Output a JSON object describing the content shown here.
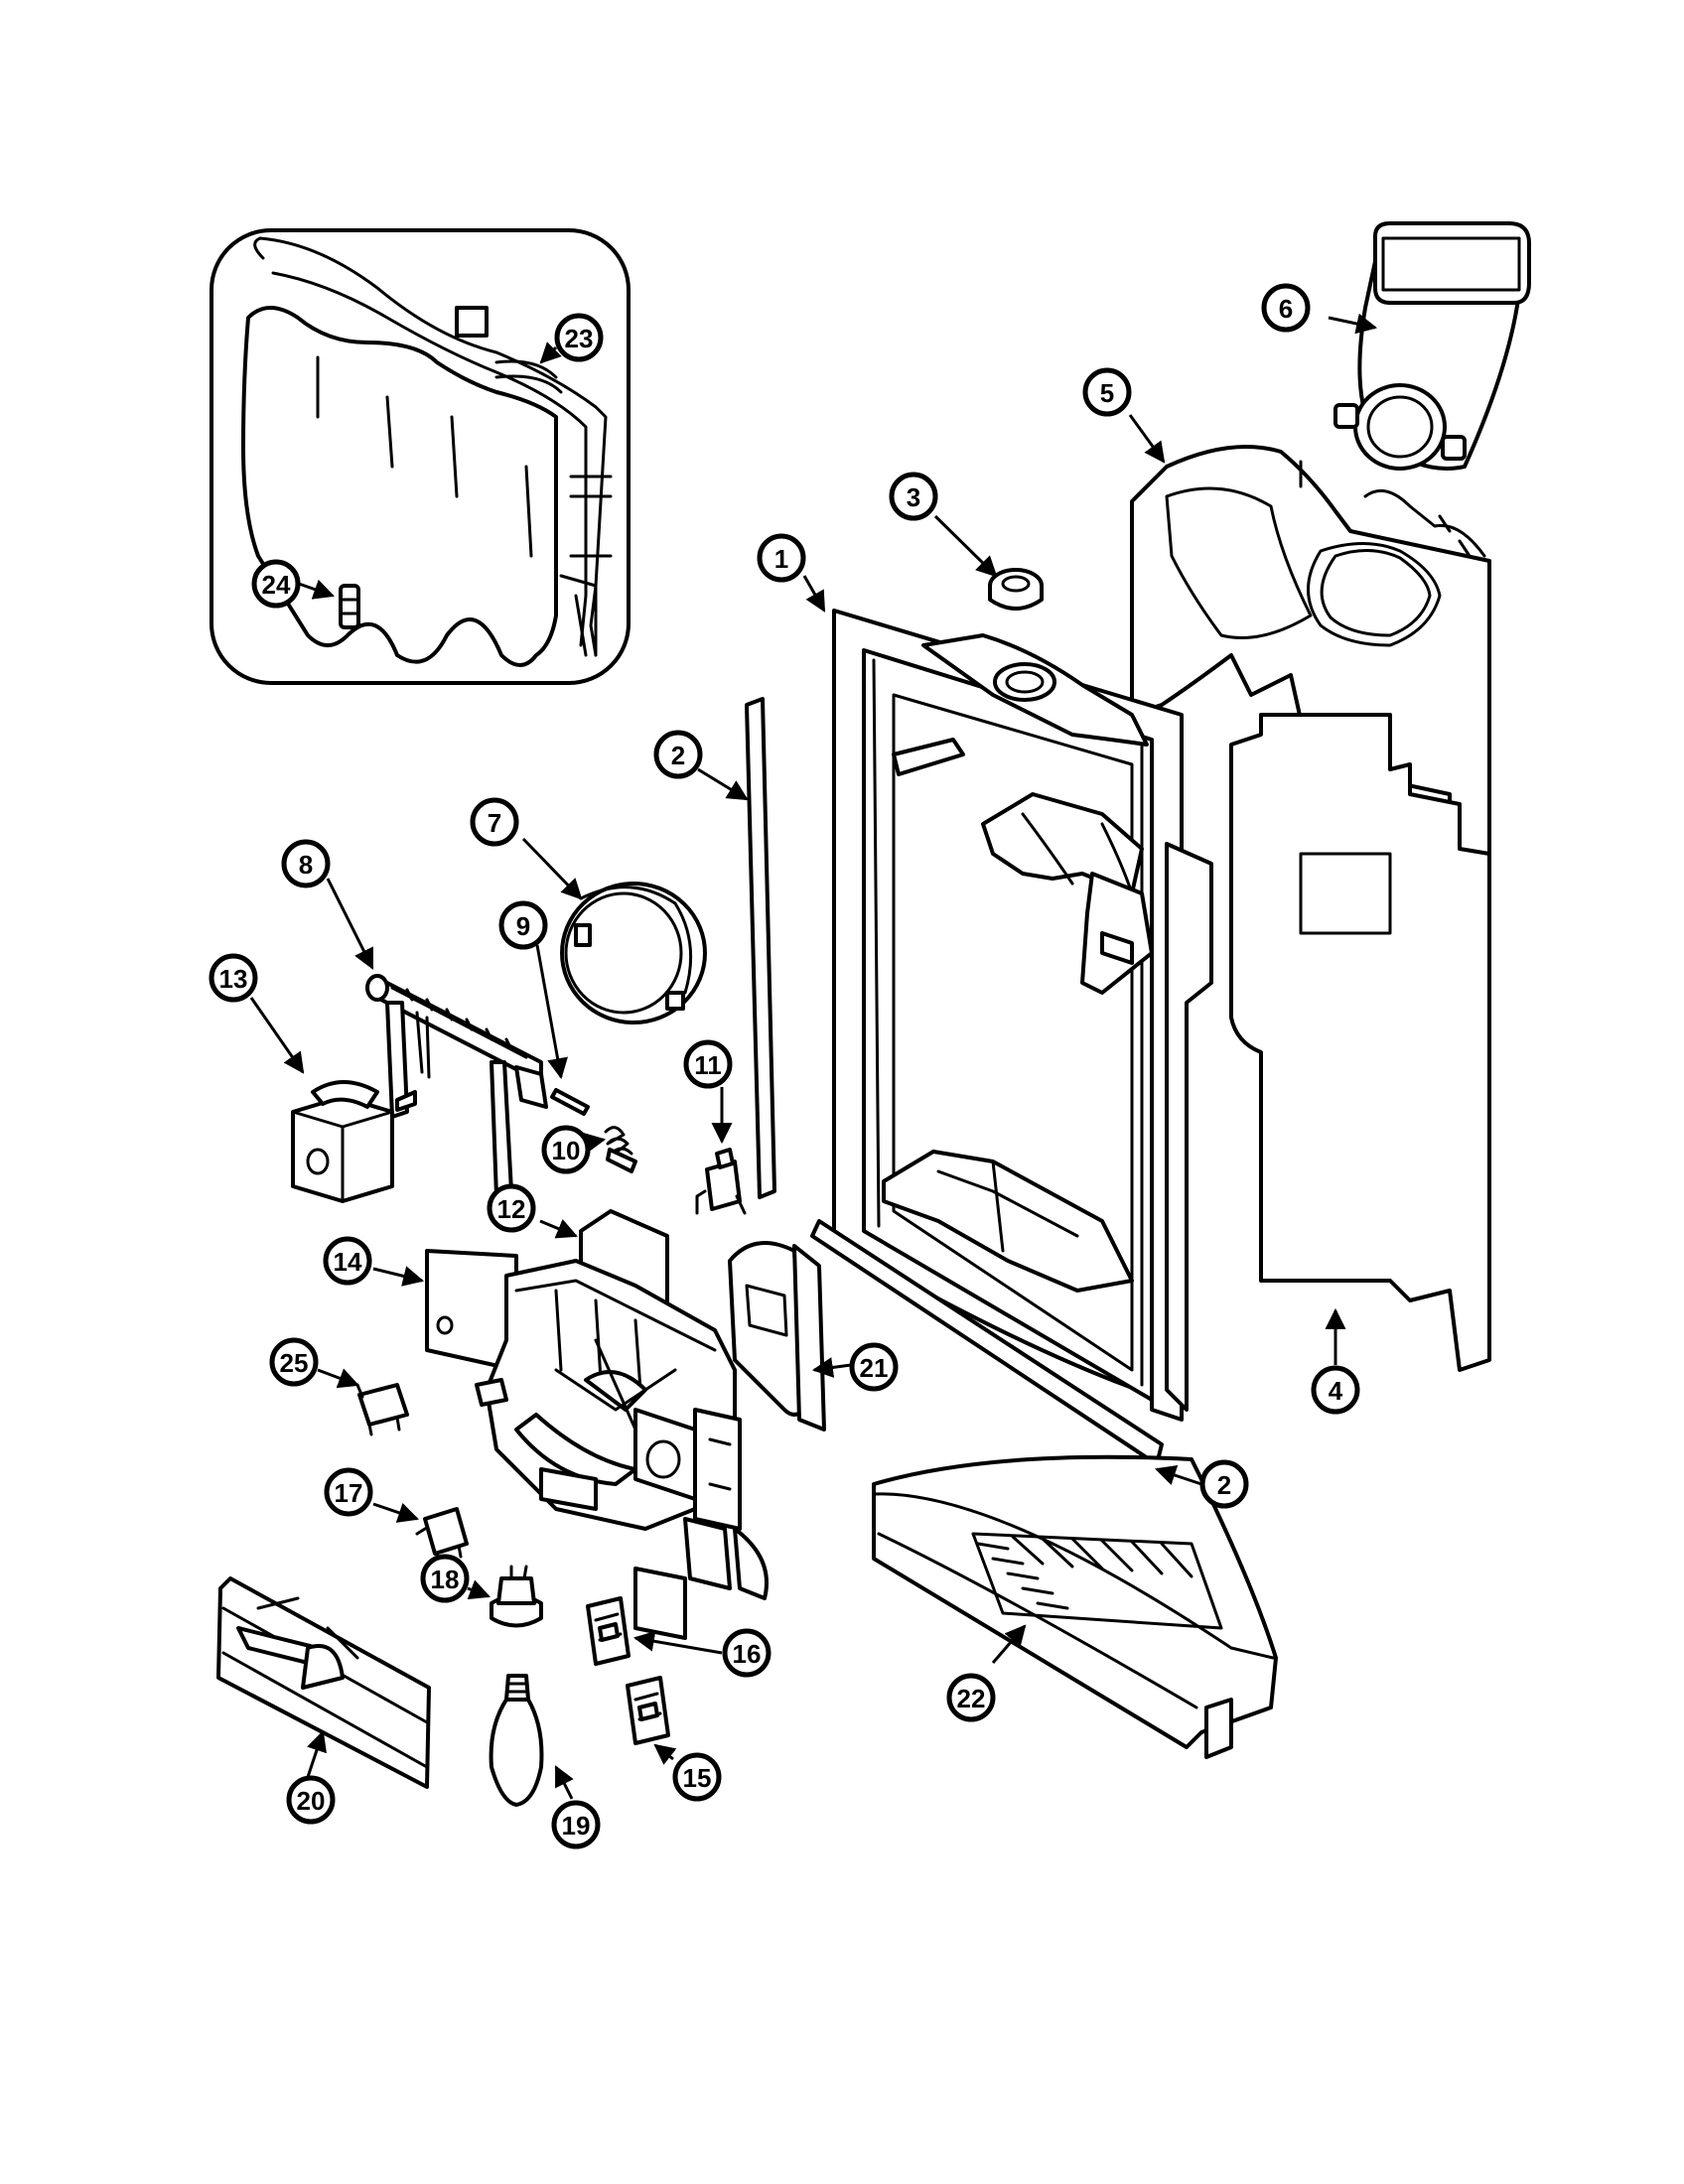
{
  "diagram": {
    "callouts": [
      "1",
      "2",
      "2",
      "3",
      "4",
      "5",
      "6",
      "7",
      "8",
      "9",
      "10",
      "11",
      "12",
      "13",
      "14",
      "15",
      "16",
      "17",
      "18",
      "19",
      "20",
      "21",
      "22",
      "23",
      "24",
      "25"
    ]
  },
  "colors": {
    "line": "#000000",
    "background": "#ffffff"
  }
}
